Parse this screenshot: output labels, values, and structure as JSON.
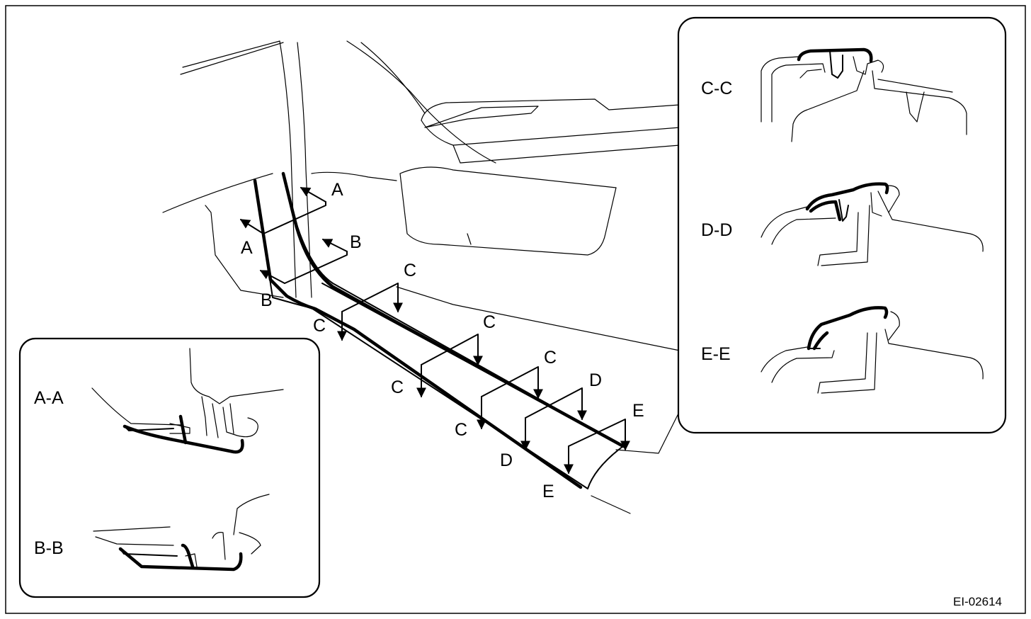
{
  "diagram_id": "EI-02614",
  "main_view": {
    "section_markers": {
      "a_upper": "A",
      "a_lower": "A",
      "b_upper": "B",
      "b_lower": "B",
      "c1_upper": "C",
      "c1_lower": "C",
      "c2_upper": "C",
      "c2_lower": "C",
      "c3_upper": "C",
      "c3_lower": "C",
      "d_upper": "D",
      "d_lower": "D",
      "e_upper": "E",
      "e_lower": "E"
    }
  },
  "left_inset": {
    "sections": [
      {
        "label": "A-A"
      },
      {
        "label": "B-B"
      }
    ]
  },
  "right_inset": {
    "sections": [
      {
        "label": "C-C"
      },
      {
        "label": "D-D"
      },
      {
        "label": "E-E"
      }
    ]
  }
}
